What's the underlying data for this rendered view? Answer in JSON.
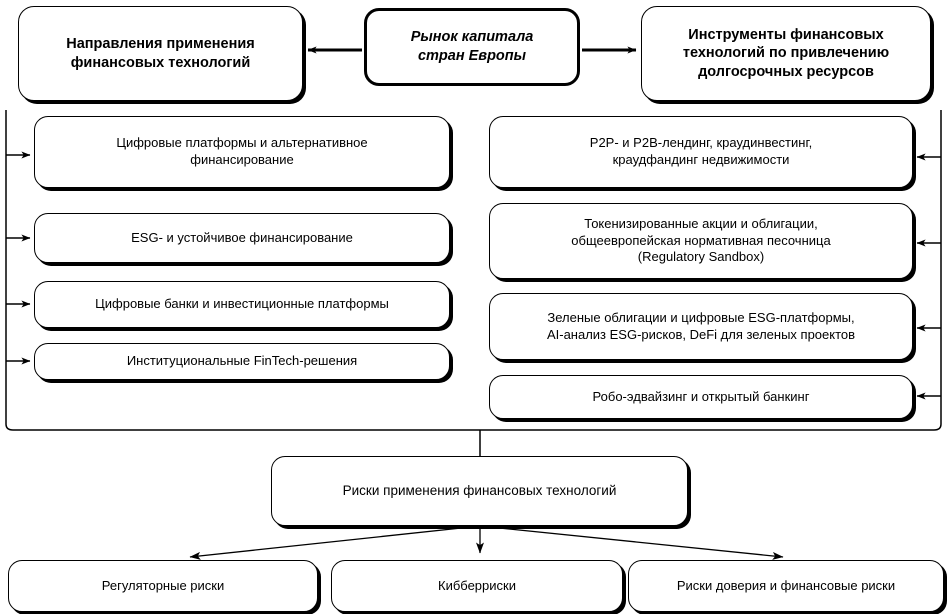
{
  "diagram": {
    "title": "Рынок капитала стран Европы — финансовые технологии",
    "colors": {
      "background": "#ffffff",
      "stroke": "#000000",
      "text": "#000000"
    },
    "top": {
      "left": "Направления применения\nфинансовых технологий",
      "center": "Рынок капитала\nстран Европы",
      "right": "Инструменты финансовых\nтехнологий по привлечению\nдолгосрочных ресурсов"
    },
    "left_column": [
      {
        "label": "Цифровые платформы и альтернативное\nфинансирование"
      },
      {
        "label": "ESG- и устойчивое финансирование"
      },
      {
        "label": "Цифровые банки и инвестиционные платформы"
      },
      {
        "label": "Институциональные FinTech-решения"
      }
    ],
    "right_column": [
      {
        "label": "P2P- и P2B-лендинг, краудинвестинг,\nкраудфандинг недвижимости"
      },
      {
        "label": "Токенизированные акции и облигации,\nобщеевропейская нормативная песочница\n(Regulatory Sandbox)"
      },
      {
        "label": "Зеленые облигации и цифровые ESG-платформы,\nAI-анализ ESG-рисков, DeFi для зеленых проектов"
      },
      {
        "label": "Робо-эдвайзинг и открытый банкинг"
      }
    ],
    "risk_hub": {
      "label": "Риски применения финансовых технологий"
    },
    "risks": [
      {
        "label": "Регуляторные риски"
      },
      {
        "label": "Кибберриски"
      },
      {
        "label": "Риски доверия и финансовые риски"
      }
    ]
  }
}
